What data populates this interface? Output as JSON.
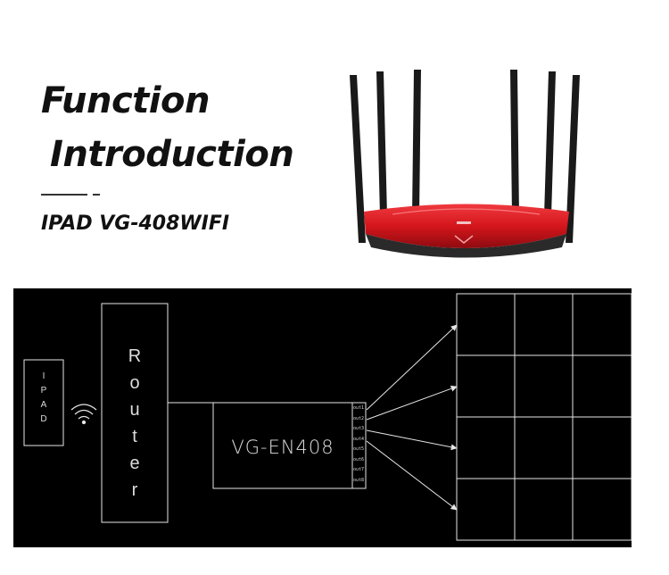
{
  "heading": {
    "line1": "Function",
    "line2": "Introduction",
    "subtitle": "IPAD VG-408WIFI"
  },
  "colors": {
    "router_red": "#d4161c",
    "diagram_bg": "#000000",
    "diagram_line": "#e6e6e6"
  },
  "icons": {
    "wifi": "wifi-icon"
  },
  "diagram": {
    "ipad_label": "IPAD",
    "router_label": "Router",
    "device_label": "VG-EN408",
    "ports": [
      "out1",
      "out2",
      "out3",
      "out4",
      "out5",
      "out6",
      "out7",
      "out8"
    ],
    "screen_grid": {
      "rows": 4,
      "cols": 3
    }
  }
}
